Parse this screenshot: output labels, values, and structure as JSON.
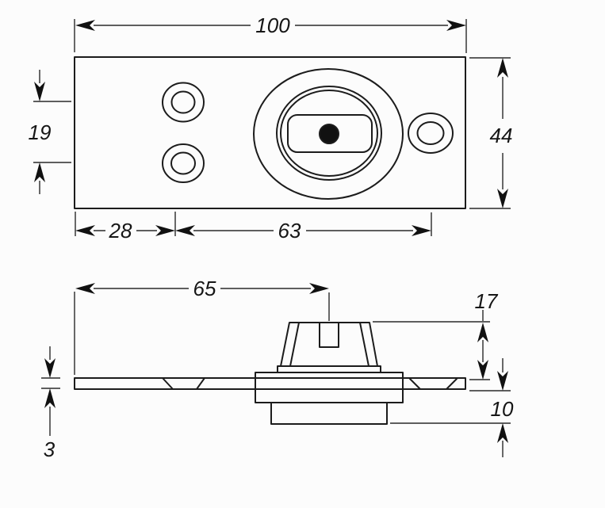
{
  "colors": {
    "ink": "#1c1c1c",
    "paper": "#fcfcfc"
  },
  "top_view": {
    "dim_width": "100",
    "dim_height": "44",
    "dim_hole_pitch": "19",
    "dim_edge_to_holes": "28",
    "dim_holes_to_pivot": "63"
  },
  "side_view": {
    "dim_center_offset": "65",
    "dim_spindle_height": "17",
    "dim_body_depth": "10",
    "dim_plate_thickness": "3"
  }
}
